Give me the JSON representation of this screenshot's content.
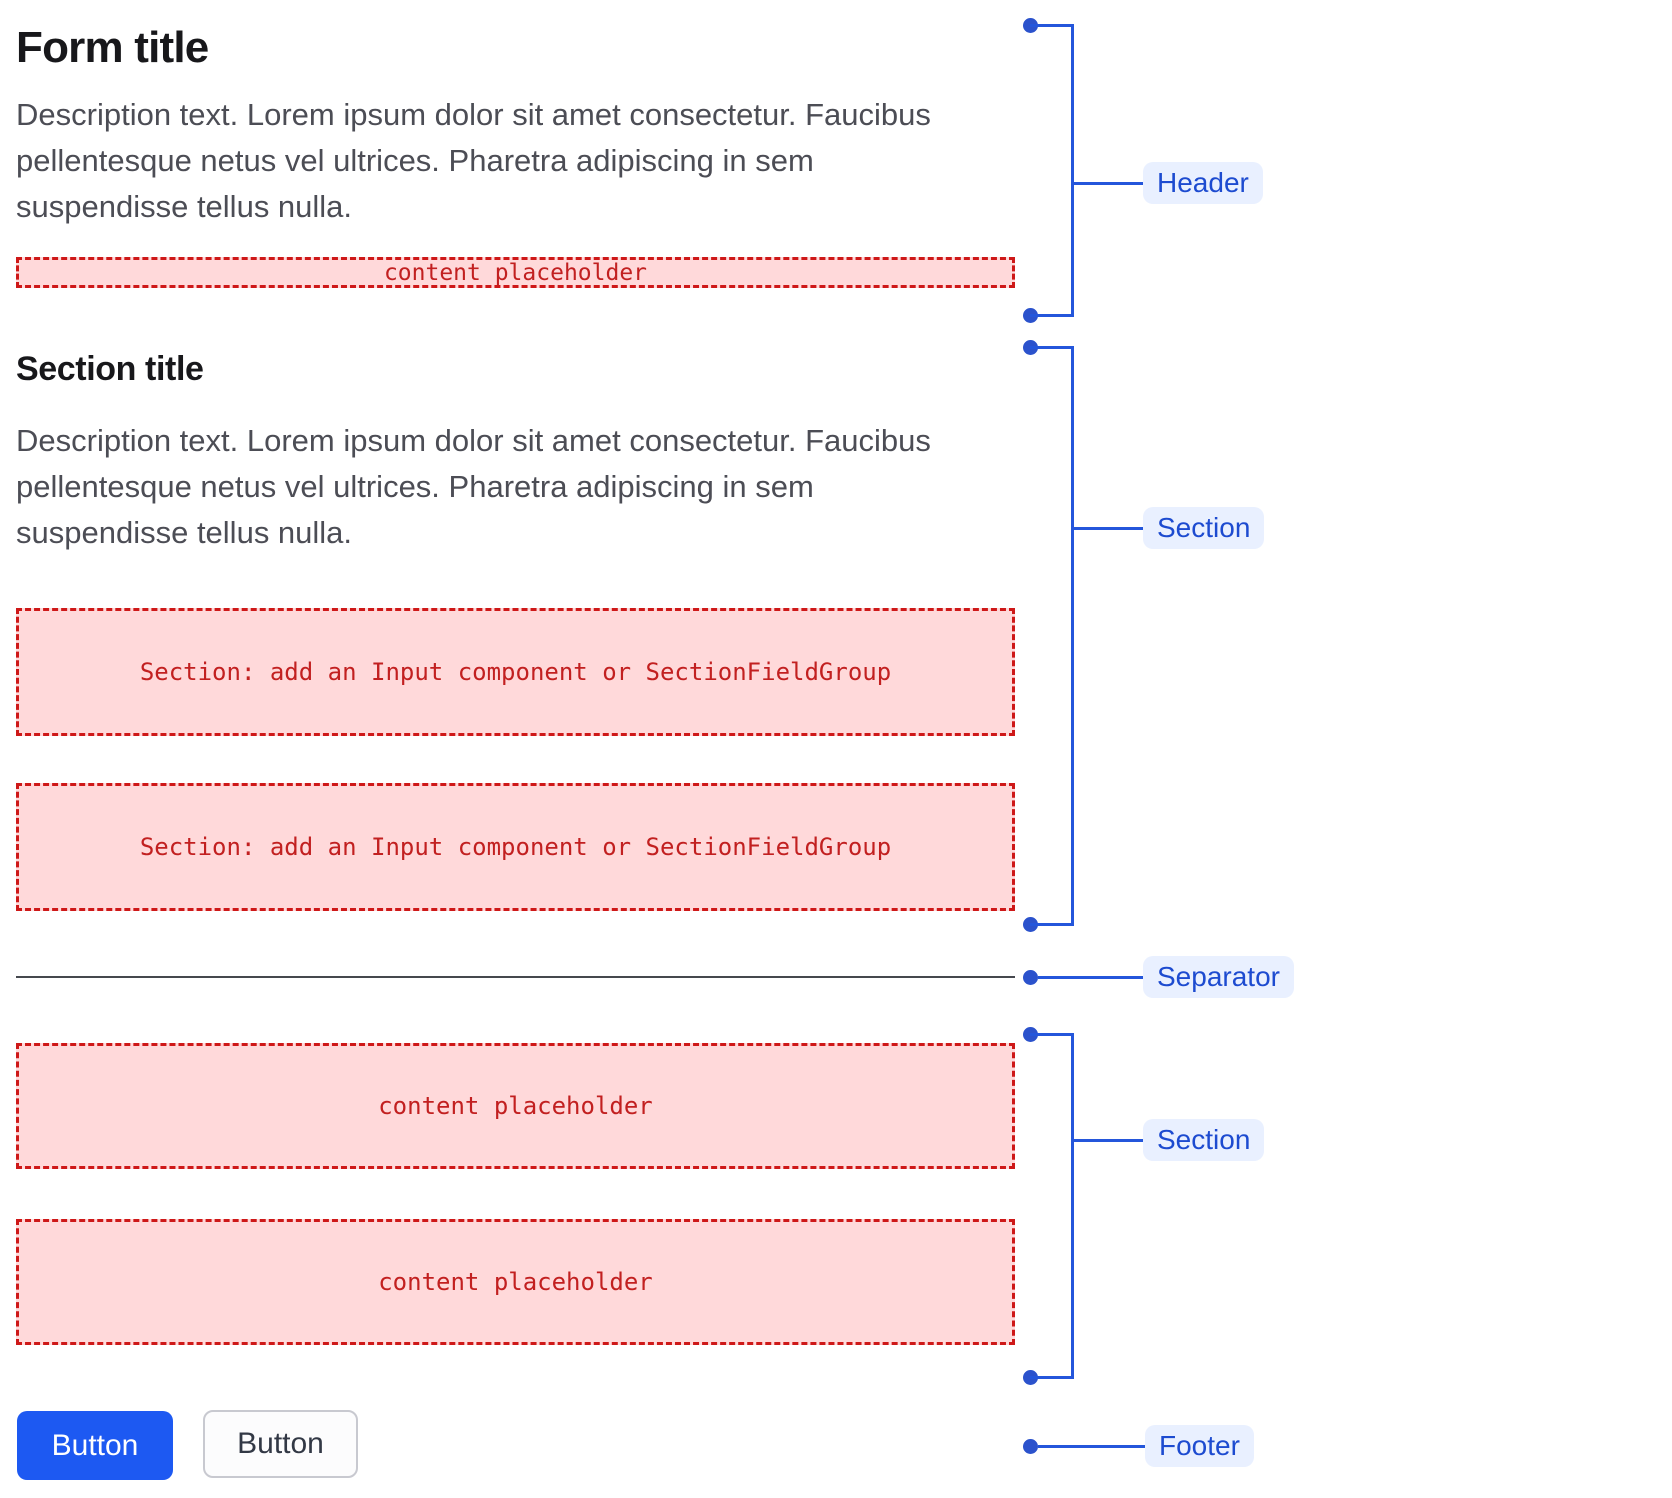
{
  "header": {
    "title": "Form title",
    "description": "Description text. Lorem ipsum dolor sit amet consectetur. Faucibus pellentesque netus vel ultrices. Pharetra adipiscing in sem suspendisse tellus nulla.",
    "content_placeholder": "content placeholder"
  },
  "section": {
    "title": "Section title",
    "description": "Description text. Lorem ipsum dolor sit amet consectetur. Faucibus pellentesque netus vel ultrices. Pharetra adipiscing in sem suspendisse tellus nulla.",
    "field_placeholders": [
      "Section: add an Input component or SectionFieldGroup",
      "Section: add an Input component or SectionFieldGroup"
    ]
  },
  "section_2": {
    "content_placeholders": [
      "content placeholder",
      "content placeholder"
    ]
  },
  "footer": {
    "buttons": [
      {
        "label": "Button",
        "variant": "primary"
      },
      {
        "label": "Button",
        "variant": "secondary"
      }
    ]
  },
  "annotations": [
    {
      "label": "Header"
    },
    {
      "label": "Section"
    },
    {
      "label": "Separator"
    },
    {
      "label": "Section"
    },
    {
      "label": "Footer"
    }
  ],
  "colors": {
    "annotation_blue_line": "#2456DB",
    "annotation_dot": "#2B52CC",
    "annotation_pill_bg": "#E9F0FF",
    "annotation_pill_text": "#1D4BD0",
    "placeholder_bg": "#FFD9DA",
    "placeholder_border": "#CE1818",
    "placeholder_text": "#C22020",
    "primary_button_bg": "#1D59F2",
    "secondary_button_border": "#C8C9D0",
    "separator_line": "#45484E"
  }
}
